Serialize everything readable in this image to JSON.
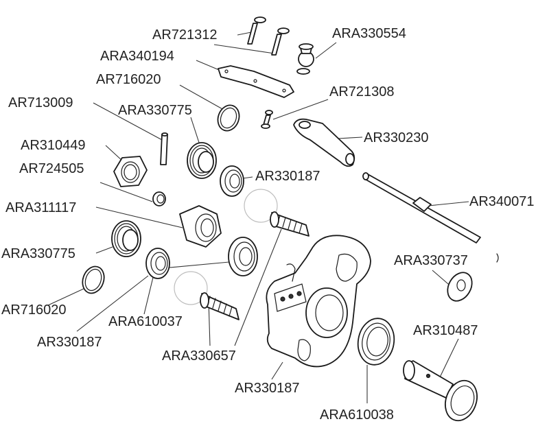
{
  "diagram": {
    "labels": {
      "ar721312": "AR721312",
      "ara330554": "ARA330554",
      "ara340194": "ARA340194",
      "ar716020_top": "AR716020",
      "ar721308": "AR721308",
      "ar713009": "AR713009",
      "ara330775_top": "ARA330775",
      "ar330230": "AR330230",
      "ar310449": "AR310449",
      "ar724505": "AR724505",
      "ar330187_top": "AR330187",
      "ar340071": "AR340071",
      "ara311117": "ARA311117",
      "ara330775_left": "ARA330775",
      "ara330737": "ARA330737",
      "ar716020_left": "AR716020",
      "ara610037": "ARA610037",
      "ar310487": "AR310487",
      "ar330187_left": "AR330187",
      "ara330657": "ARA330657",
      "ar330187_bottom": "AR330187",
      "ara610038": "ARA610038"
    },
    "parts": [
      "pin-screw",
      "pin-screw",
      "ball-stud",
      "steering-plate",
      "o-ring",
      "small-screw",
      "pin",
      "threaded-bushing",
      "steering-link",
      "nut",
      "insert",
      "bearing",
      "turnbuckle-rod",
      "hex-adapter",
      "threaded-bushing",
      "washer",
      "o-ring",
      "bearing",
      "bearing",
      "ball-stud",
      "ball-stud",
      "hub-carrier",
      "bearing-large",
      "outdrive-axle"
    ]
  }
}
